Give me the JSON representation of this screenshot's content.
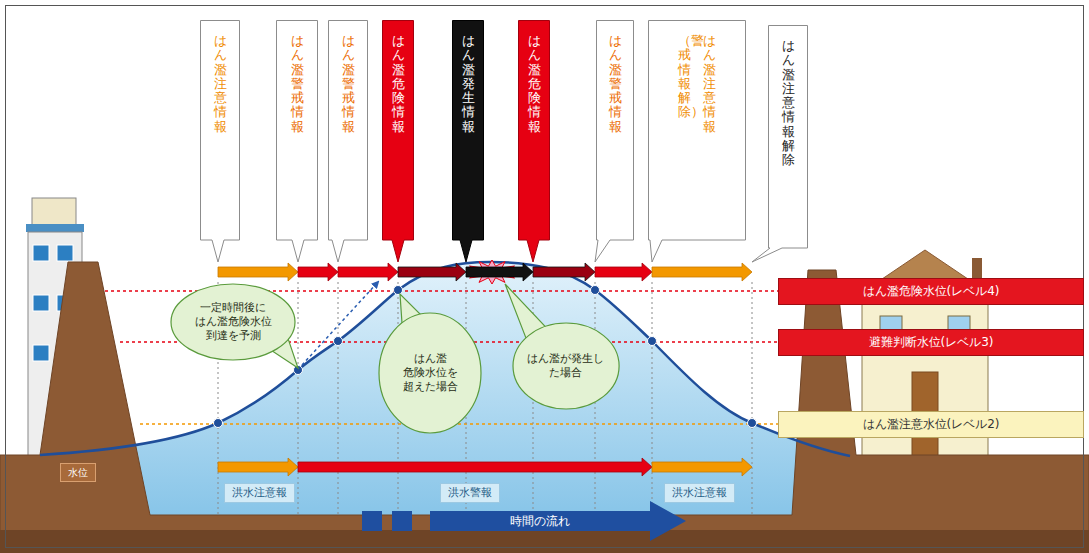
{
  "diagram": {
    "nodes": [
      {
        "text": [
          "はん濫注意情報"
        ]
      },
      {
        "text": [
          "はん濫警戒情報"
        ]
      },
      {
        "text": [
          "はん濫警戒情報"
        ]
      },
      {
        "text": [
          "はん濫危険情報"
        ]
      },
      {
        "text": [
          "はん濫発生情報"
        ]
      },
      {
        "text": [
          "はん濫危険情報"
        ]
      },
      {
        "text": [
          "はん濫警戒情報"
        ]
      },
      {
        "text": [
          "（警戒情報解除）",
          "はん濫注意情報"
        ]
      },
      {
        "text": [
          "はん濫注意情報解除"
        ]
      },
      {
        "text": [
          "一定時間後に はん濫危険水位 到達を予測"
        ]
      },
      {
        "text": [
          "はん濫危険水位(レベル4)"
        ]
      },
      {
        "text": [
          "避難判断水位(レベル3)"
        ]
      },
      {
        "text": [
          "はん濫注意水位(レベル2)"
        ]
      },
      {
        "text": [
          "はん濫 危険水位を 超えた場合"
        ]
      },
      {
        "text": [
          "はん濫が発生し た場合"
        ]
      },
      {
        "text": [
          "水位"
        ]
      },
      {
        "text": [
          "洪水注意報"
        ]
      },
      {
        "text": [
          "洪水警報"
        ]
      },
      {
        "text": [
          "洪水注意報"
        ]
      },
      {
        "text": [
          "時間の流れ"
        ]
      }
    ]
  }
}
